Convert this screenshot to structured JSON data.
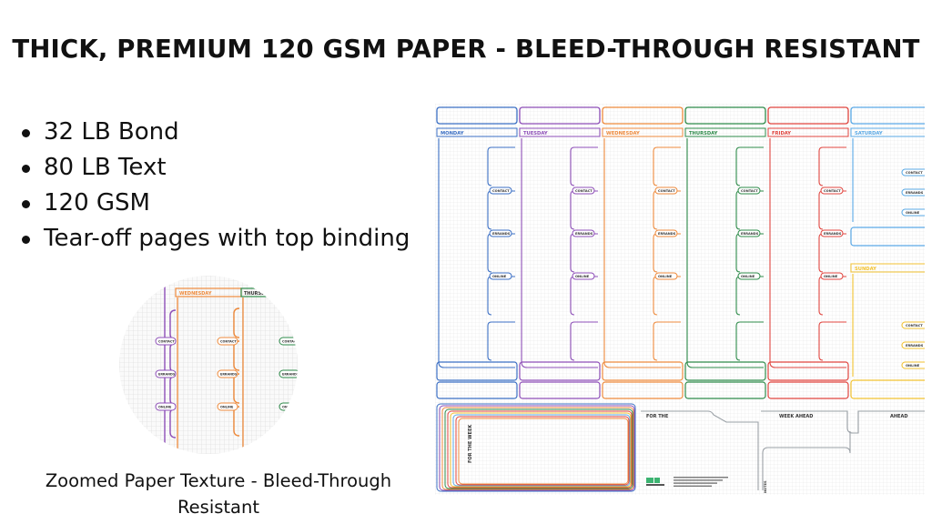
{
  "headline": "THICK, PREMIUM 120 GSM PAPER - BLEED-THROUGH RESISTANT",
  "features": [
    "32 LB Bond",
    "80 LB Text",
    "120 GSM",
    "Tear-off pages with top binding"
  ],
  "caption": "Zoomed Paper Texture - Bleed-Through Resistant",
  "planner": {
    "days": [
      {
        "name": "MONDAY",
        "color": "#3b6fc4"
      },
      {
        "name": "TUESDAY",
        "color": "#8e4fb8"
      },
      {
        "name": "WEDNESDAY",
        "color": "#ee8a3c"
      },
      {
        "name": "THURSDAY",
        "color": "#2e8b4a"
      },
      {
        "name": "FRIDAY",
        "color": "#e0453f"
      },
      {
        "name": "SATURDAY",
        "color": "#5aa9e6"
      }
    ],
    "sunday": {
      "name": "SUNDAY",
      "color": "#f2c230"
    },
    "section_labels": [
      "CONTACT",
      "ERRANDS",
      "ONLINE"
    ],
    "week_ahead_labels": [
      "FOR THE",
      "WEEK AHEAD",
      "AHEAD"
    ],
    "vertical_label": "FOR THE WEEK",
    "side_label": "NOTES",
    "footer_color": "#9aa0a6",
    "logo_color": "#3cb371"
  },
  "zoom": {
    "days": [
      {
        "name": "WEDNESDAY",
        "color": "#ee8a3c"
      },
      {
        "name": "THURSDAY",
        "color": "#2e8b4a"
      }
    ],
    "left_color": "#8e4fb8",
    "section_labels": [
      "CONTACT",
      "ERRANDS",
      "ONLINE"
    ]
  }
}
